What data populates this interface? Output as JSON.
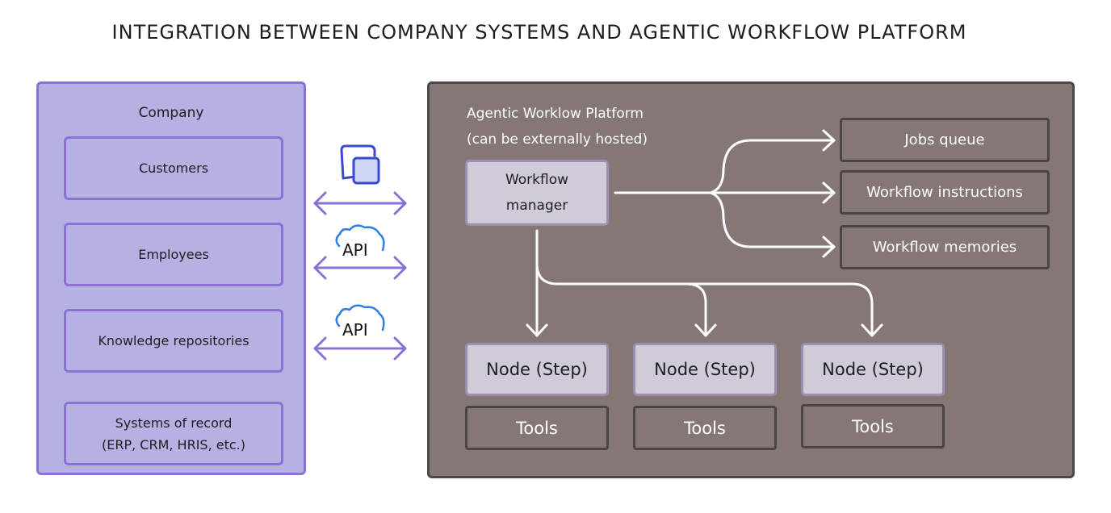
{
  "title": "Integration Between Company Systems and Agentic Workflow Platform",
  "company": {
    "label": "Company",
    "items": [
      {
        "label": "Customers"
      },
      {
        "label": "Employees"
      },
      {
        "label": "Knowledge repositories"
      },
      {
        "label": "Systems of record\n(ERP, CRM, HRIS, etc.)",
        "line1": "Systems of record",
        "line2": "(ERP, CRM, HRIS, etc.)"
      }
    ]
  },
  "connectors": [
    {
      "icon": "chat-icon",
      "label": ""
    },
    {
      "icon": "cloud-icon",
      "label": "API"
    },
    {
      "icon": "cloud-icon",
      "label": "API"
    }
  ],
  "platform": {
    "label_line1": "Agentic Worklow Platform",
    "label_line2": "(can be externally hosted)",
    "manager": {
      "line1": "Workflow",
      "line2": "manager"
    },
    "stores": [
      {
        "label": "Jobs queue"
      },
      {
        "label": "Workflow instructions"
      },
      {
        "label": "Workflow memories"
      }
    ],
    "nodes": [
      {
        "label": "Node (Step)",
        "tools": "Tools"
      },
      {
        "label": "Node (Step)",
        "tools": "Tools"
      },
      {
        "label": "Node (Step)",
        "tools": "Tools"
      }
    ]
  },
  "colors": {
    "company_fill": "#b5b1e3",
    "company_stroke": "#8b71d4",
    "platform_fill": "#847776",
    "platform_stroke": "#4e4748",
    "node_fill": "#cfcbd9",
    "arrow_purple": "#8b71d4",
    "icon_blue": "#3a48d6"
  }
}
